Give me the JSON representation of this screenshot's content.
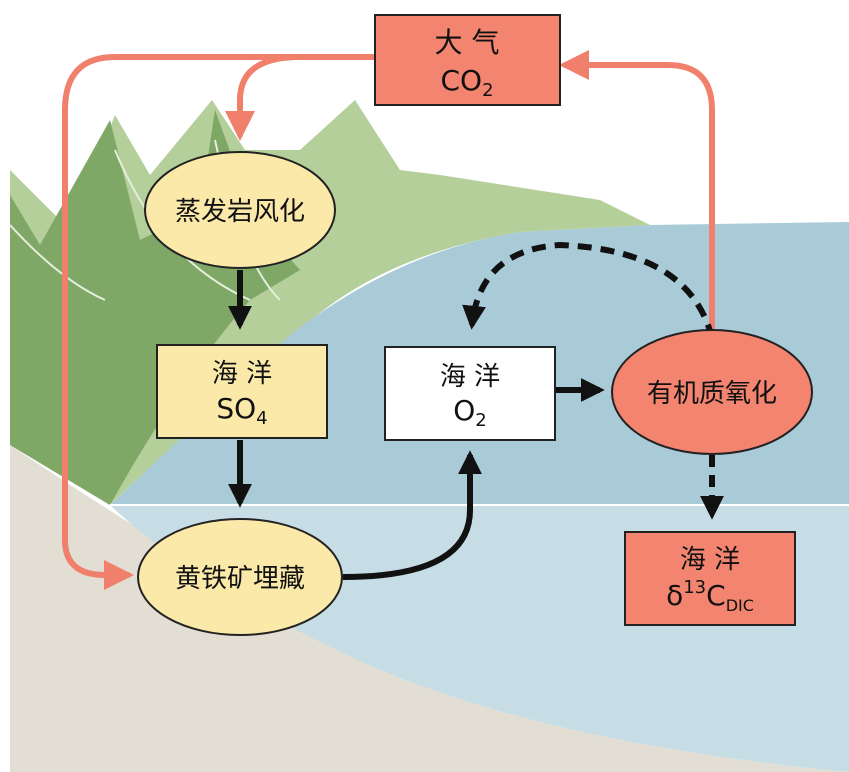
{
  "nodes": {
    "atmosphere": {
      "line1": "大 气",
      "main": "CO",
      "sub": "2"
    },
    "evaporite_weathering": {
      "label": "蒸发岩风化"
    },
    "ocean_so4": {
      "line1": "海 洋",
      "main": "SO",
      "sub": "4"
    },
    "ocean_o2": {
      "line1": "海 洋",
      "main": "O",
      "sub": "2"
    },
    "organic_oxidation": {
      "label": "有机质氧化"
    },
    "pyrite_burial": {
      "label": "黄铁矿埋藏"
    },
    "ocean_dic": {
      "line1": "海 洋",
      "main": "δ",
      "sup": "13",
      "main2": "C",
      "sub": "DIC"
    }
  },
  "colors": {
    "red_arrow": "#f07f6c",
    "black_arrow": "#111111",
    "salmon_fill": "#f3846f",
    "yellow_fill": "#fbe9aa",
    "mountain_dark": "#7fa766",
    "mountain_light": "#b5cf9b",
    "ocean_deep": "#a9cbd8",
    "ocean_shallow": "#c6dde5",
    "land": "#e3ded4"
  }
}
